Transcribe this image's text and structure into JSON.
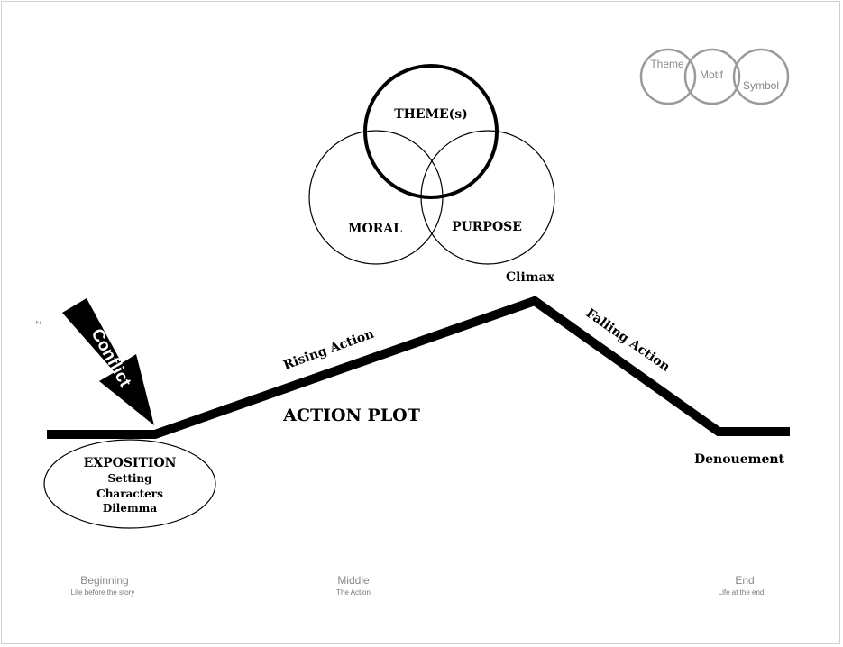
{
  "venn_main": {
    "theme": "THEME(s)",
    "moral": "MORAL",
    "purpose": "PURPOSE"
  },
  "venn_small": {
    "theme": "Theme",
    "motif": "Motif",
    "symbol": "Symbol",
    "stroke_color": "#9a9a9a"
  },
  "plot": {
    "title": "ACTION PLOT",
    "rising_action": "Rising Action",
    "climax": "Climax",
    "falling_action": "Falling Action",
    "denouement": "Denouement",
    "conflict": "Conflict",
    "stray_mark": "Z",
    "line_color": "#000000"
  },
  "exposition": {
    "title": "EXPOSITION",
    "items": [
      "Setting",
      "Characters",
      "Dilemma"
    ]
  },
  "timeline": [
    {
      "label": "Beginning",
      "sub": "Life before the story"
    },
    {
      "label": "Middle",
      "sub": "The Action"
    },
    {
      "label": "End",
      "sub": "Life at the end"
    }
  ]
}
